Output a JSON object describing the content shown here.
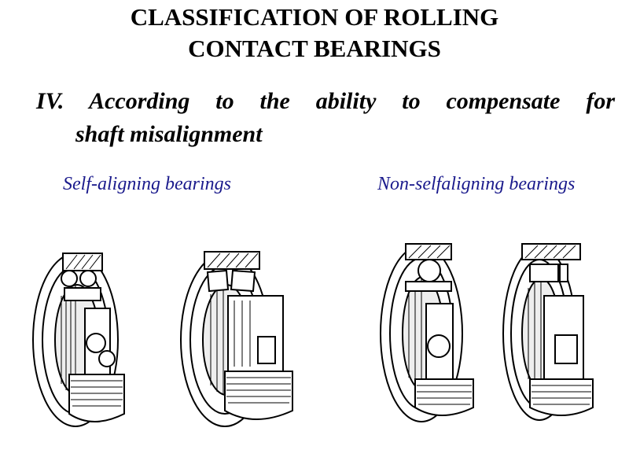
{
  "header": {
    "title_line1": "CLASSIFICATION OF ROLLING",
    "title_line2": "CONTACT BEARINGS",
    "subtitle_line1": "IV. According to the ability to compensate for",
    "subtitle_line2": "shaft misalignment"
  },
  "captions": {
    "left": "Self-aligning bearings",
    "right": "Non-selfaligning bearings"
  },
  "illustrations": [
    {
      "icon": "self-aligning-ball-bearing-icon"
    },
    {
      "icon": "spherical-roller-bearing-icon"
    },
    {
      "icon": "deep-groove-ball-bearing-icon"
    },
    {
      "icon": "cylindrical-roller-bearing-icon"
    }
  ],
  "colors": {
    "caption": "#1a1a8c",
    "text": "#000000"
  }
}
